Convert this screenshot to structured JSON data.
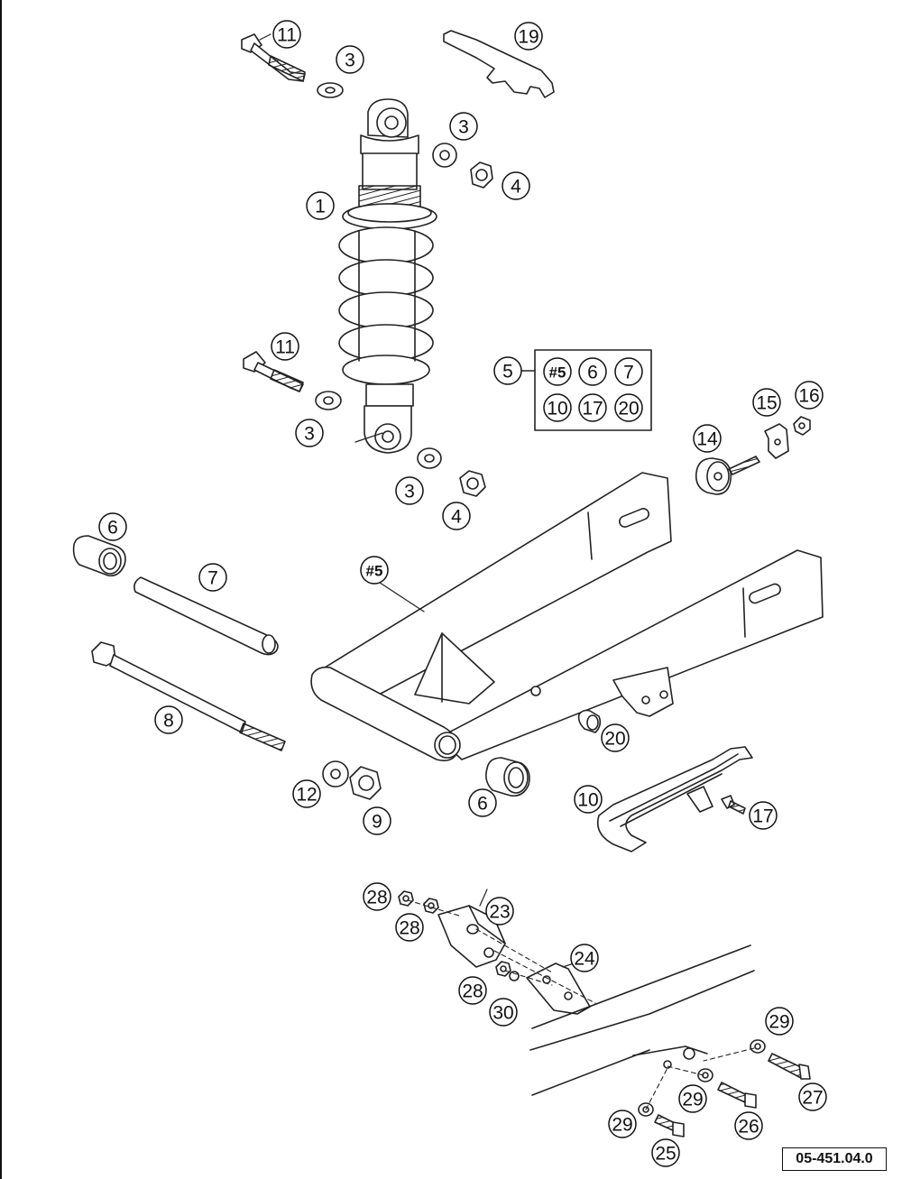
{
  "diagram": {
    "document_ref": "05-451.04.0",
    "kit": {
      "label": "5",
      "contents": [
        "#5",
        "6",
        "7",
        "10",
        "17",
        "20"
      ]
    },
    "callouts": [
      {
        "id": "c11a",
        "label": "11"
      },
      {
        "id": "c3a",
        "label": "3"
      },
      {
        "id": "c19",
        "label": "19"
      },
      {
        "id": "c3b",
        "label": "3"
      },
      {
        "id": "c4a",
        "label": "4"
      },
      {
        "id": "c1",
        "label": "1"
      },
      {
        "id": "c11b",
        "label": "11"
      },
      {
        "id": "c3c",
        "label": "3"
      },
      {
        "id": "c3d",
        "label": "3"
      },
      {
        "id": "c4b",
        "label": "4"
      },
      {
        "id": "c15",
        "label": "15"
      },
      {
        "id": "c16",
        "label": "16"
      },
      {
        "id": "c14",
        "label": "14"
      },
      {
        "id": "c6a",
        "label": "6"
      },
      {
        "id": "c7",
        "label": "7"
      },
      {
        "id": "c5hash",
        "label": "#5"
      },
      {
        "id": "c8",
        "label": "8"
      },
      {
        "id": "c20",
        "label": "20"
      },
      {
        "id": "c12",
        "label": "12"
      },
      {
        "id": "c9",
        "label": "9"
      },
      {
        "id": "c6b",
        "label": "6"
      },
      {
        "id": "c10",
        "label": "10"
      },
      {
        "id": "c17",
        "label": "17"
      },
      {
        "id": "c28a",
        "label": "28"
      },
      {
        "id": "c28b",
        "label": "28"
      },
      {
        "id": "c23",
        "label": "23"
      },
      {
        "id": "c24",
        "label": "24"
      },
      {
        "id": "c28c",
        "label": "28"
      },
      {
        "id": "c30",
        "label": "30"
      },
      {
        "id": "c29a",
        "label": "29"
      },
      {
        "id": "c27",
        "label": "27"
      },
      {
        "id": "c29b",
        "label": "29"
      },
      {
        "id": "c26",
        "label": "26"
      },
      {
        "id": "c29c",
        "label": "29"
      },
      {
        "id": "c25",
        "label": "25"
      }
    ]
  }
}
